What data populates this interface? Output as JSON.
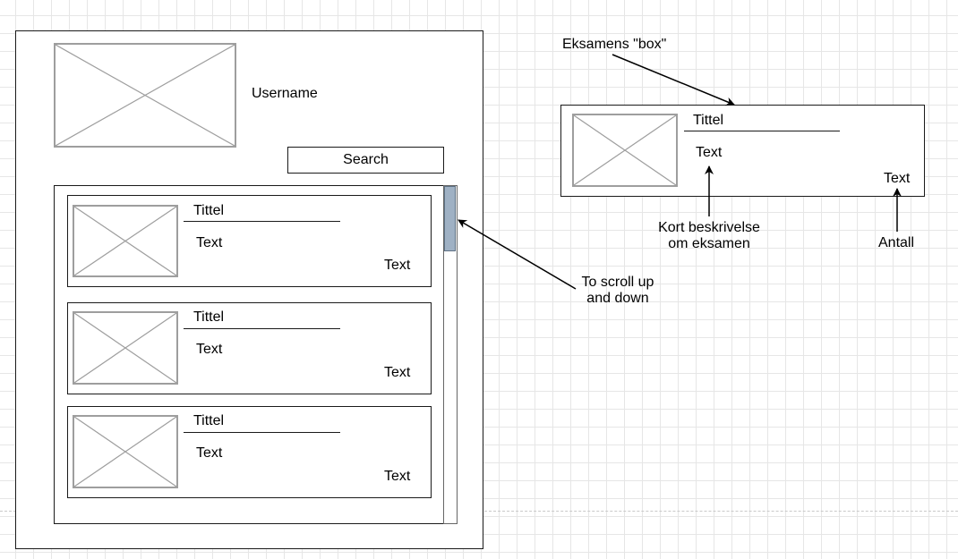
{
  "mockup": {
    "username_label": "Username",
    "search_label": "Search",
    "cards": [
      {
        "title": "Tittel",
        "description": "Text",
        "count": "Text"
      },
      {
        "title": "Tittel",
        "description": "Text",
        "count": "Text"
      },
      {
        "title": "Tittel",
        "description": "Text",
        "count": "Text"
      }
    ],
    "scrollbar_position": 0.0
  },
  "legend_box": {
    "title": "Tittel",
    "description": "Text",
    "count": "Text"
  },
  "annotations": {
    "box_label": "Eksamens \"box\"",
    "scroll_label": "To scroll up and down",
    "description_label": "Kort beskrivelse om eksamen",
    "count_label": "Antall"
  },
  "colors": {
    "grid": "#e6e6e6",
    "placeholder_stroke": "#9e9e9e",
    "scroll_thumb": "#9fb1c4"
  }
}
